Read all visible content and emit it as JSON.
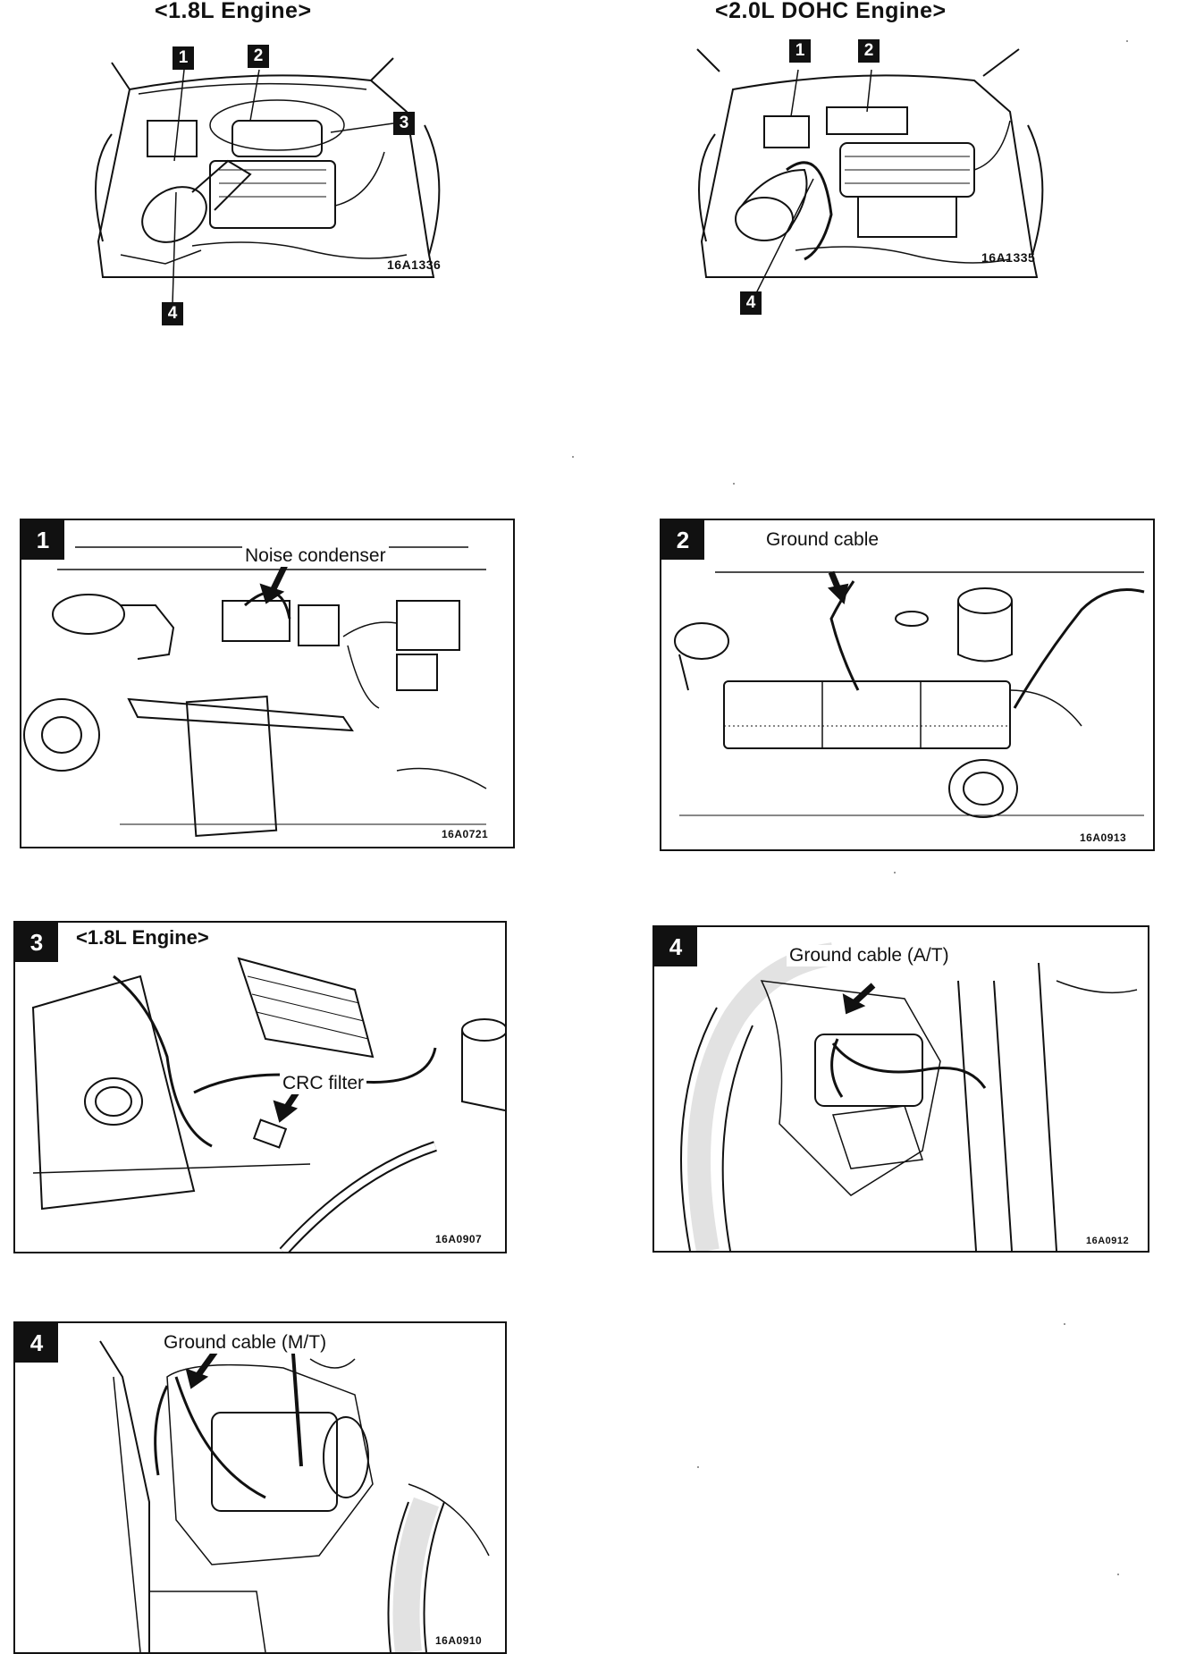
{
  "overview": {
    "left": {
      "title": "<1.8L Engine>",
      "code": "16A1336",
      "markers": [
        "1",
        "2",
        "3",
        "4"
      ]
    },
    "right": {
      "title": "<2.0L DOHC Engine>",
      "code": "16A1335",
      "markers": [
        "1",
        "2",
        "4"
      ]
    }
  },
  "panels": [
    {
      "marker": "1",
      "callout": "Noise condenser",
      "subtitle": "",
      "code": "16A0721"
    },
    {
      "marker": "2",
      "callout": "Ground cable",
      "subtitle": "",
      "code": "16A0913"
    },
    {
      "marker": "3",
      "callout": "CRC filter",
      "subtitle": "<1.8L Engine>",
      "code": "16A0907"
    },
    {
      "marker": "4",
      "callout": "Ground cable (A/T)",
      "subtitle": "",
      "code": "16A0912"
    },
    {
      "marker": "4",
      "callout": "Ground cable (M/T)",
      "subtitle": "",
      "code": "16A0910"
    }
  ],
  "colors": {
    "ink": "#111111",
    "paper": "#ffffff",
    "hatch": "#555555"
  }
}
